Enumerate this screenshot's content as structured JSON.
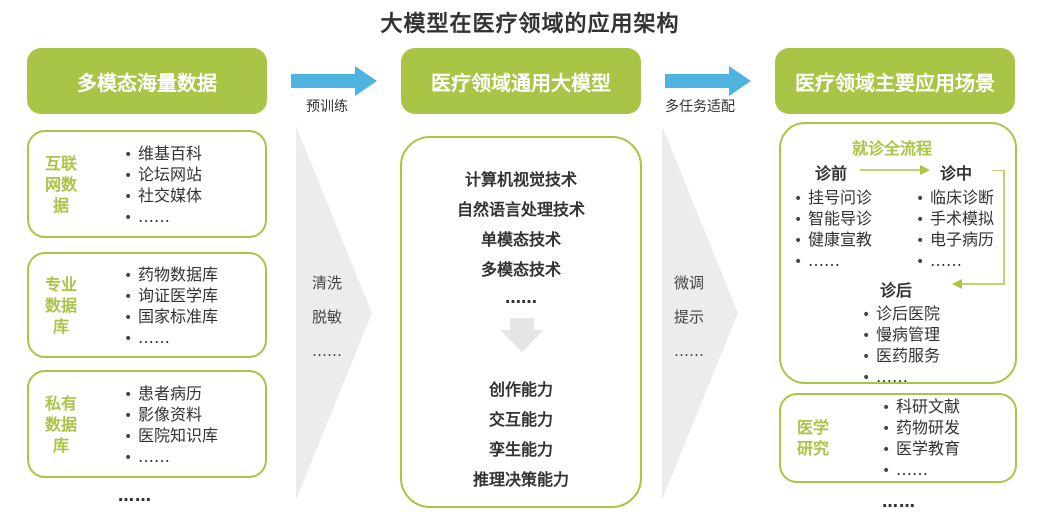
{
  "title": "大模型在医疗领域的应用架构",
  "headers": {
    "left": "多模态海量数据",
    "middle": "医疗领域通用大模型",
    "right": "医疗领域主要应用场景"
  },
  "arrows": {
    "pretrain": "预训练",
    "adapt": "多任务适配"
  },
  "sources": [
    {
      "label": "互联网数据",
      "items": [
        "维基百科",
        "论坛网站",
        "社交媒体",
        "……"
      ]
    },
    {
      "label": "专业数据库",
      "items": [
        "药物数据库",
        "询证医学库",
        "国家标准库",
        "……"
      ]
    },
    {
      "label": "私有数据库",
      "items": [
        "患者病历",
        "影像资料",
        "医院知识库",
        "……"
      ]
    }
  ],
  "sources_more": "……",
  "process_left": {
    "line1": "清洗",
    "line2": "脱敏",
    "line3": "……"
  },
  "process_right": {
    "line1": "微调",
    "line2": "提示",
    "line3": "……"
  },
  "model": {
    "techniques": [
      "计算机视觉技术",
      "自然语言处理技术",
      "单模态技术",
      "多模态技术",
      "……"
    ],
    "capabilities": [
      "创作能力",
      "交互能力",
      "孪生能力",
      "推理决策能力"
    ]
  },
  "clinical": {
    "title": "就诊全流程",
    "pre": {
      "label": "诊前",
      "items": [
        "挂号问诊",
        "智能导诊",
        "健康宣教",
        "……"
      ]
    },
    "during": {
      "label": "诊中",
      "items": [
        "临床诊断",
        "手术模拟",
        "电子病历",
        "……"
      ]
    },
    "post": {
      "label": "诊后",
      "items": [
        "诊后医院",
        "慢病管理",
        "医药服务",
        "……"
      ]
    }
  },
  "research": {
    "label": "医学研究",
    "items": [
      "科研文献",
      "药物研发",
      "医学教育",
      "……"
    ]
  },
  "right_more": "……",
  "colors": {
    "green": "#a8c545",
    "blue": "#4fb3e0",
    "chevron": "#ececec"
  }
}
